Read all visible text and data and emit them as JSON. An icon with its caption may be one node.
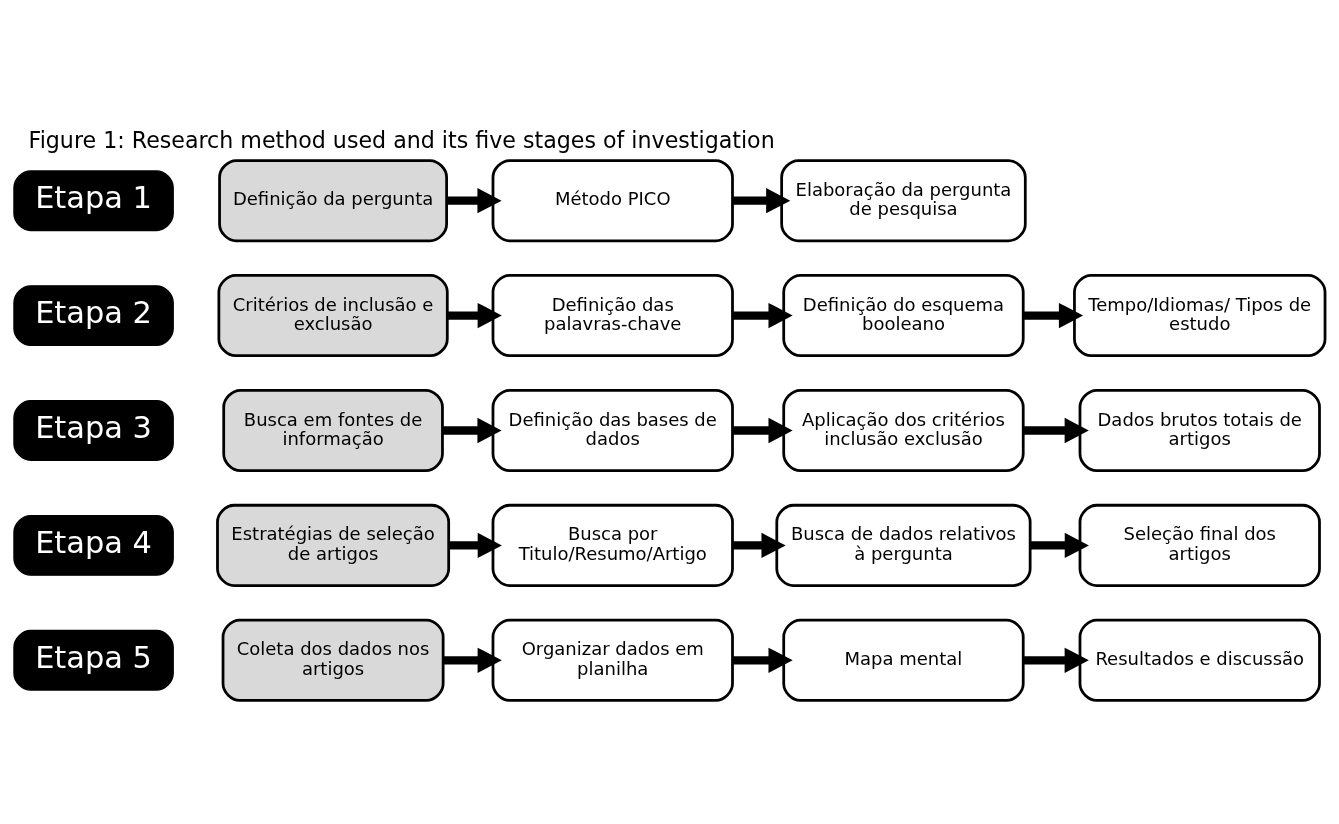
{
  "diagram": {
    "title": "Figure 1: Research method used and its five stages of investigation",
    "nodes": [
      {
        "text": [
          "Etapa 1"
        ]
      },
      {
        "text": [
          "Definição da pergunta"
        ]
      },
      {
        "text": [
          "Método PICO"
        ]
      },
      {
        "text": [
          "Elaboração da pergunta de pesquisa"
        ]
      },
      {
        "text": [
          "Etapa 2"
        ]
      },
      {
        "text": [
          "Critérios de inclusão e exclusão"
        ]
      },
      {
        "text": [
          "Definição das palavras-chave"
        ]
      },
      {
        "text": [
          "Definição do esquema booleano"
        ]
      },
      {
        "text": [
          "Tempo/Idiomas/ Tipos de estudo"
        ]
      },
      {
        "text": [
          "Etapa 3"
        ]
      },
      {
        "text": [
          "Busca em fontes de informação"
        ]
      },
      {
        "text": [
          "Definição das bases de dados"
        ]
      },
      {
        "text": [
          "Aplicação dos critérios inclusão exclusão"
        ]
      },
      {
        "text": [
          "Dados brutos totais de artigos"
        ]
      },
      {
        "text": [
          "Etapa 4"
        ]
      },
      {
        "text": [
          "Estratégias de seleção de artigos"
        ]
      },
      {
        "text": [
          "Busca por Titulo/Resumo/Artigo"
        ]
      },
      {
        "text": [
          "Busca de dados relativos à pergunta"
        ]
      },
      {
        "text": [
          "Seleção final dos artigos"
        ]
      },
      {
        "text": [
          "Etapa 5"
        ]
      },
      {
        "text": [
          "Coleta dos dados nos artigos"
        ]
      },
      {
        "text": [
          "Organizar dados em planilha"
        ]
      },
      {
        "text": [
          "Mapa mental"
        ]
      },
      {
        "text": [
          "Resultados e discussão"
        ]
      }
    ],
    "edges": [
      {
        "from": 1,
        "to": 2,
        "arrow": "to"
      },
      {
        "from": 2,
        "to": 3,
        "arrow": "to"
      },
      {
        "from": 5,
        "to": 6,
        "arrow": "to"
      },
      {
        "from": 6,
        "to": 7,
        "arrow": "to"
      },
      {
        "from": 7,
        "to": 8,
        "arrow": "to"
      },
      {
        "from": 10,
        "to": 11,
        "arrow": "to"
      },
      {
        "from": 11,
        "to": 12,
        "arrow": "to"
      },
      {
        "from": 12,
        "to": 13,
        "arrow": "to"
      },
      {
        "from": 15,
        "to": 16,
        "arrow": "to"
      },
      {
        "from": 16,
        "to": 17,
        "arrow": "to"
      },
      {
        "from": 17,
        "to": 18,
        "arrow": "to"
      },
      {
        "from": 20,
        "to": 21,
        "arrow": "to"
      },
      {
        "from": 21,
        "to": 22,
        "arrow": "to"
      },
      {
        "from": 22,
        "to": 23,
        "arrow": "to"
      }
    ]
  }
}
